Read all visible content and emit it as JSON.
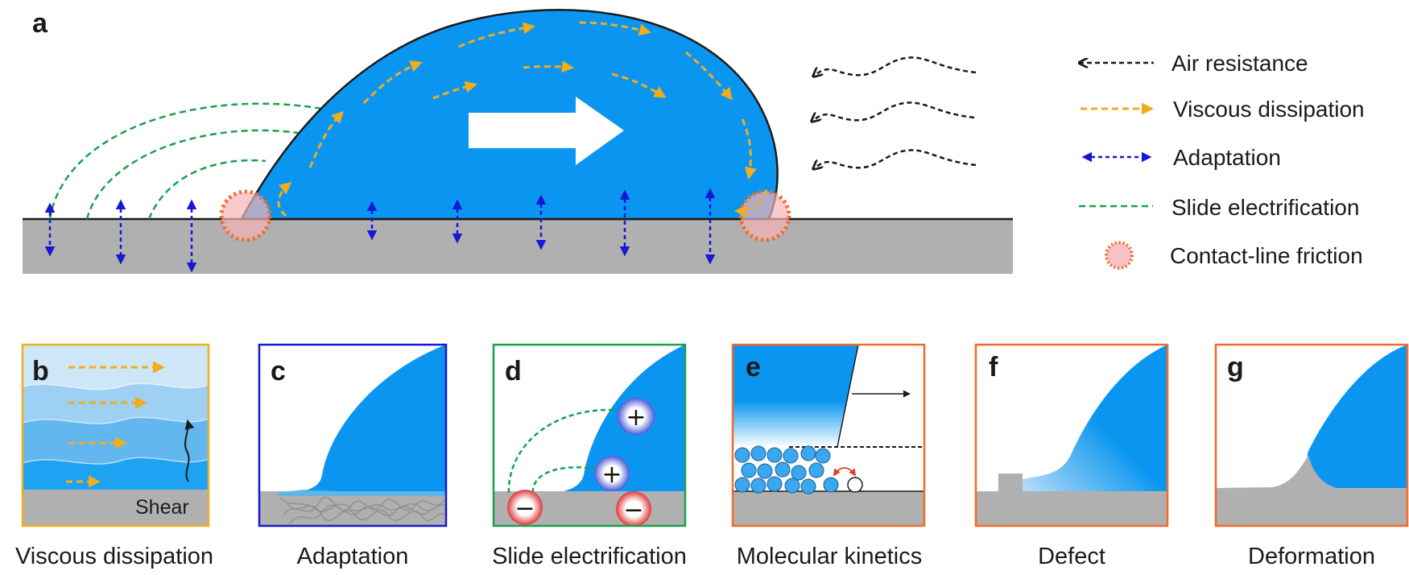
{
  "panels": {
    "a": {
      "label": "a"
    },
    "b": {
      "label": "b",
      "caption": "Viscous dissipation",
      "inner_label": "Shear"
    },
    "c": {
      "label": "c",
      "caption": "Adaptation"
    },
    "d": {
      "label": "d",
      "caption": "Slide electrification",
      "plus": "+",
      "minus": "−"
    },
    "e": {
      "label": "e",
      "caption": "Molecular kinetics"
    },
    "f": {
      "label": "f",
      "caption": "Defect"
    },
    "g": {
      "label": "g",
      "caption": "Deformation"
    }
  },
  "legend": [
    {
      "label": "Air resistance",
      "icon": "dashed-arrow-left-icon",
      "color": "#1a1a1a"
    },
    {
      "label": "Viscous dissipation",
      "icon": "dashed-arrow-right-icon",
      "color": "#f2ac1c"
    },
    {
      "label": "Adaptation",
      "icon": "double-arrow-icon",
      "color": "#1717d6"
    },
    {
      "label": "Slide electrification",
      "icon": "dashed-line-icon",
      "color": "#1aa04e"
    },
    {
      "label": "Contact-line friction",
      "icon": "dotted-circle-icon",
      "color": "#f26b28"
    }
  ],
  "colors": {
    "droplet": "#0a96f0",
    "substrate": "#b0b0b0",
    "air_resistance": "#1a1a1a",
    "viscous": "#f2ac1c",
    "adaptation": "#1717d6",
    "electrification": "#1aa04e",
    "friction": "#f26b28",
    "frame_b": "#f2ac1c",
    "frame_c": "#1717d6",
    "frame_d": "#1aa04e",
    "frame_efg": "#f26b28"
  }
}
